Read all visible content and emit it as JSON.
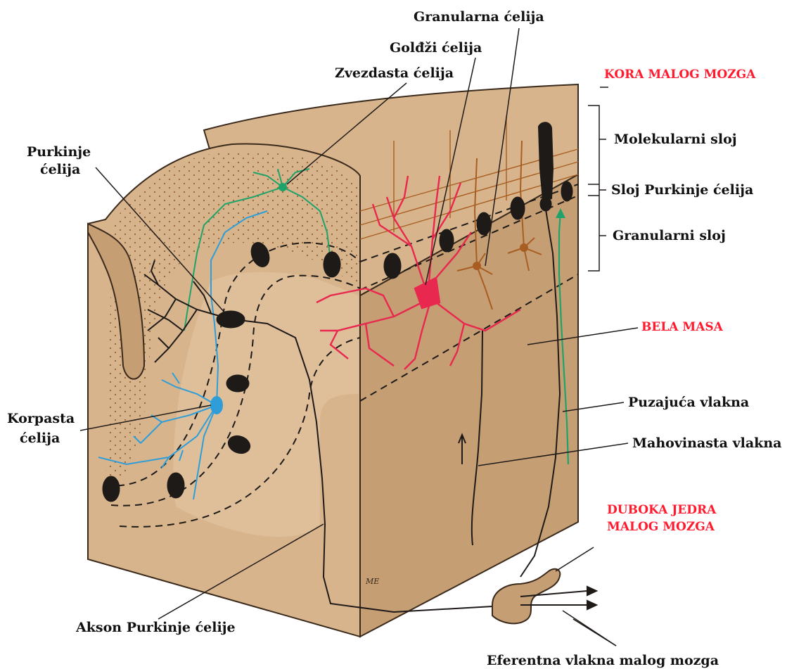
{
  "colors": {
    "tissue": "#d8b48c",
    "tissue_dark": "#c59e74",
    "tissue_light": "#e6c9a5",
    "stipple": "#8a5a2e",
    "purkinje": "#1e1a18",
    "golgi": "#e8284e",
    "granule": "#a85e22",
    "stellate": "#1fa36a",
    "basket": "#2f9ed8",
    "climbing": "#1fa36a",
    "heading_red": "#ff1a2e",
    "label": "#111111"
  },
  "labels": {
    "granule_cell": "Granularna ćelija",
    "golgi_cell": "Golđži ćelija",
    "stellate_cell": "Zvezdasta ćelija",
    "purkinje_cell_line1": "Purkinje",
    "purkinje_cell_line2": "ćelija",
    "basket_cell_line1": "Korpasta",
    "basket_cell_line2": "ćelija",
    "purkinje_axon": "Akson Purkinje ćelije",
    "cerebellar_cortex": "KORA MALOG MOZGA",
    "molecular_layer": "Molekularni sloj",
    "purkinje_layer": "Sloj Purkinje ćelija",
    "granular_layer": "Granularni sloj",
    "white_matter": "BELA MASA",
    "climbing_fibers": "Puzajuća vlakna",
    "mossy_fibers": "Mahovinasta vlakna",
    "deep_nuclei_line1": "DUBOKA JEDRA",
    "deep_nuclei_line2": "MALOG MOZGA",
    "efferent_fibers": "Eferentna vlakna malog mozga",
    "signature": "ME"
  }
}
